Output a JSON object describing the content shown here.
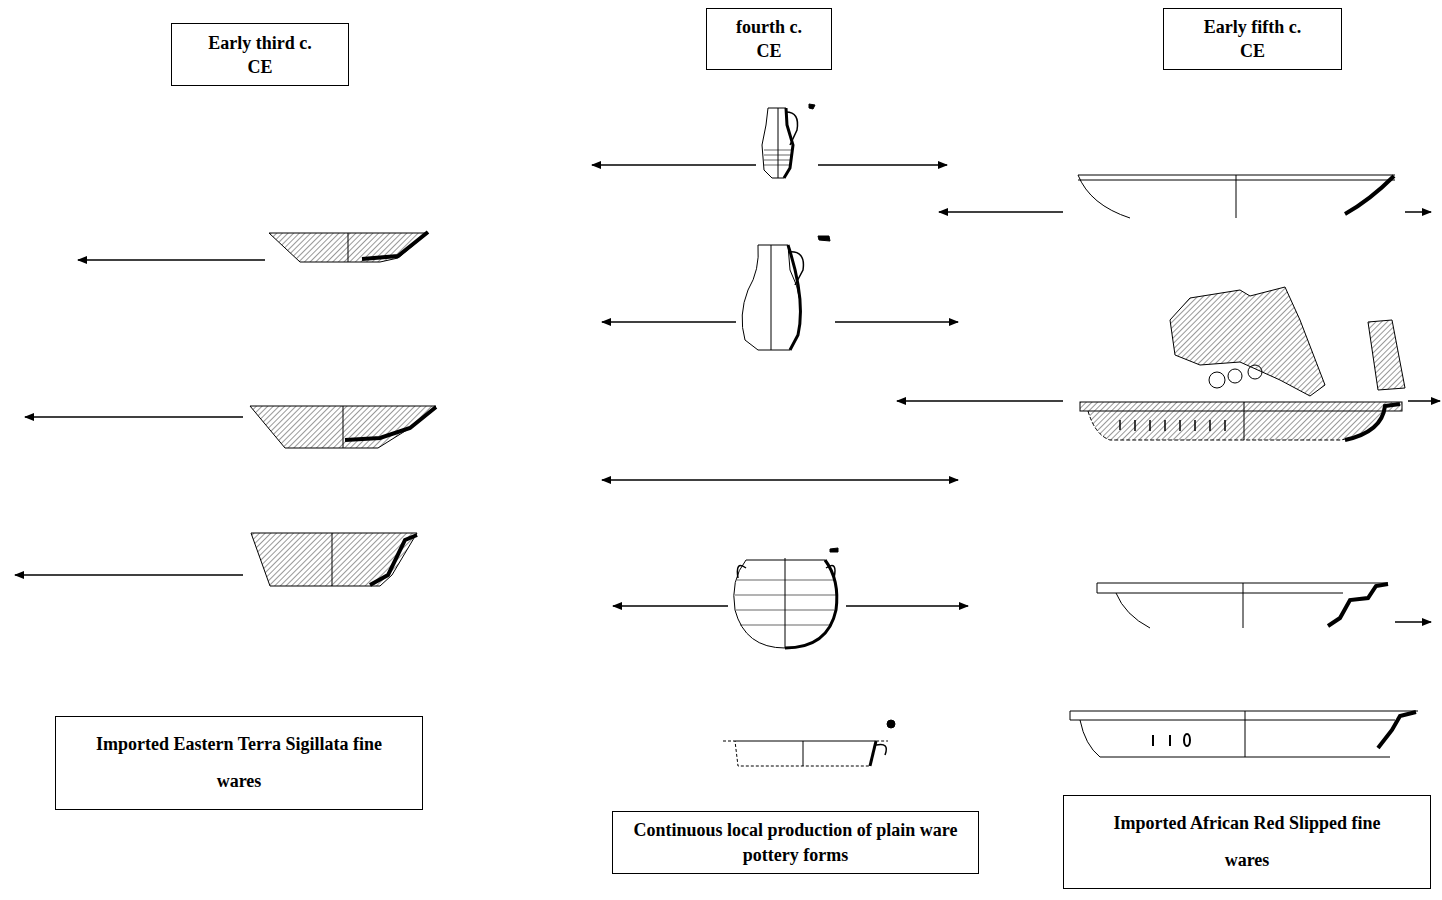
{
  "diagram": {
    "nodes": [
      {
        "text": [
          "Early third c. CE"
        ]
      },
      {
        "text": [
          "fourth c. CE"
        ]
      },
      {
        "text": [
          "Early fifth c. CE"
        ]
      },
      {
        "text": [
          "Imported Eastern Terra Sigillata fine wares"
        ]
      },
      {
        "text": [
          "Continuous local production of plain ware pottery forms"
        ]
      },
      {
        "text": [
          "Imported African Red Slipped fine wares"
        ]
      }
    ]
  }
}
